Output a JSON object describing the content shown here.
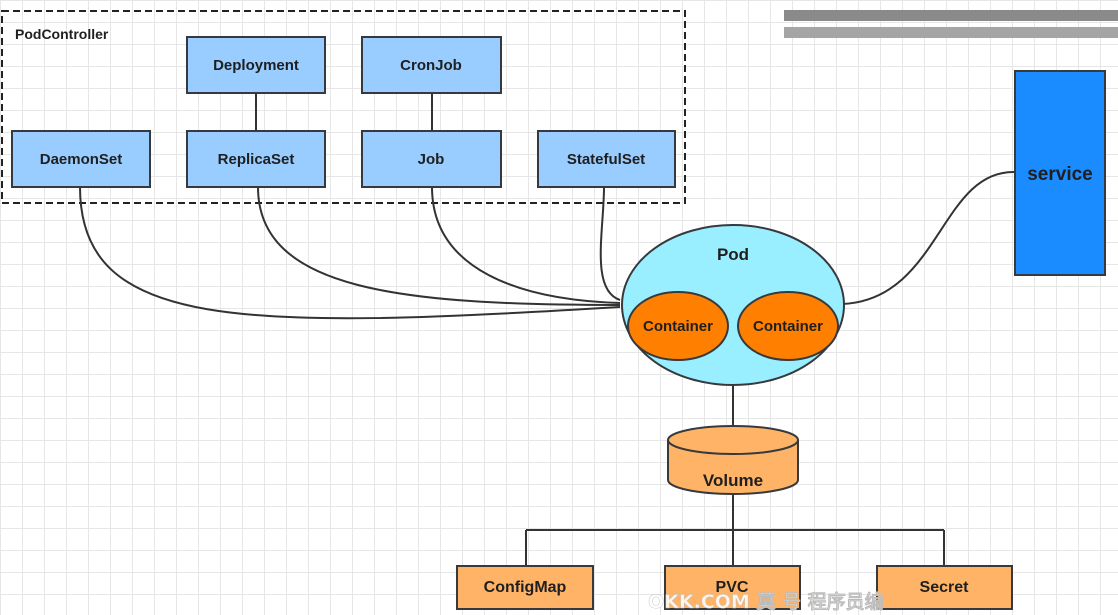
{
  "group": {
    "label": "PodController"
  },
  "controllers": {
    "deployment": "Deployment",
    "cronjob": "CronJob",
    "daemonset": "DaemonSet",
    "replicaset": "ReplicaSet",
    "job": "Job",
    "statefulset": "StatefulSet"
  },
  "pod": {
    "label": "Pod",
    "container_1": "Container",
    "container_2": "Container"
  },
  "service": {
    "label": "service"
  },
  "volume": {
    "label": "Volume"
  },
  "volume_sources": {
    "configmap": "ConfigMap",
    "pvc": "PVC",
    "secret": "Secret"
  },
  "watermark": {
    "text": "OKK.COM 莫 号 程序员编"
  },
  "colors": {
    "controller_fill": "#99ccff",
    "controller_stroke": "#36393d",
    "pod_fill": "#99eeff",
    "container_fill": "#ff7f00",
    "service_fill": "#1a8cff",
    "volume_fill": "#ffb366",
    "connector": "#333333"
  }
}
